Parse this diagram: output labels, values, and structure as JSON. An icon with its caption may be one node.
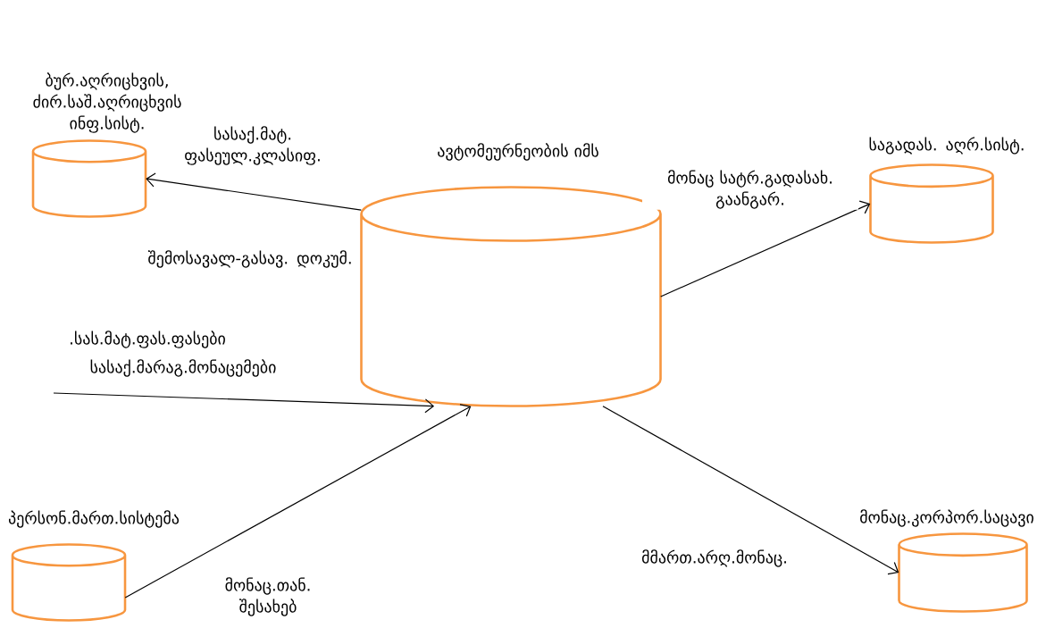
{
  "diagram": {
    "nodes": [
      {
        "text": [
          "ბურ.აღრიცხვის, ძირ.საშ.აღრიცხვის ინფ.სისტ."
        ]
      },
      {
        "text": [
          "ავტომეურნეობის იმს"
        ]
      },
      {
        "text": [
          "საგადას. აღრ.სისტ."
        ]
      },
      {
        "text": [
          "პერსონ.მართ.სისტემა"
        ]
      },
      {
        "text": [
          "მონაც.კორპორ.საცავი"
        ]
      }
    ],
    "edges": [
      {
        "from": 1,
        "to": 0,
        "arrow": "to",
        "label": "სასაქ.მატ. ფასეულ.კლასიფ."
      },
      {
        "from": null,
        "to": 1,
        "arrow": "to",
        "label": "სასაქ.მარაგ.მონაცემები"
      },
      {
        "from": 3,
        "to": 1,
        "arrow": "to",
        "label": "მონაც.თან. შესახებ"
      },
      {
        "from": 1,
        "to": 2,
        "arrow": "to",
        "label": "მონაც სატრ.გადასახ. გაანგარ."
      },
      {
        "from": 1,
        "to": 4,
        "arrow": "to",
        "label": "მმართ.არღ.მონაც."
      }
    ],
    "labels": [
      "შემოსავალ-გასავ. დოკუმ.",
      ".სას.მატ.ფას.ფასები"
    ]
  }
}
